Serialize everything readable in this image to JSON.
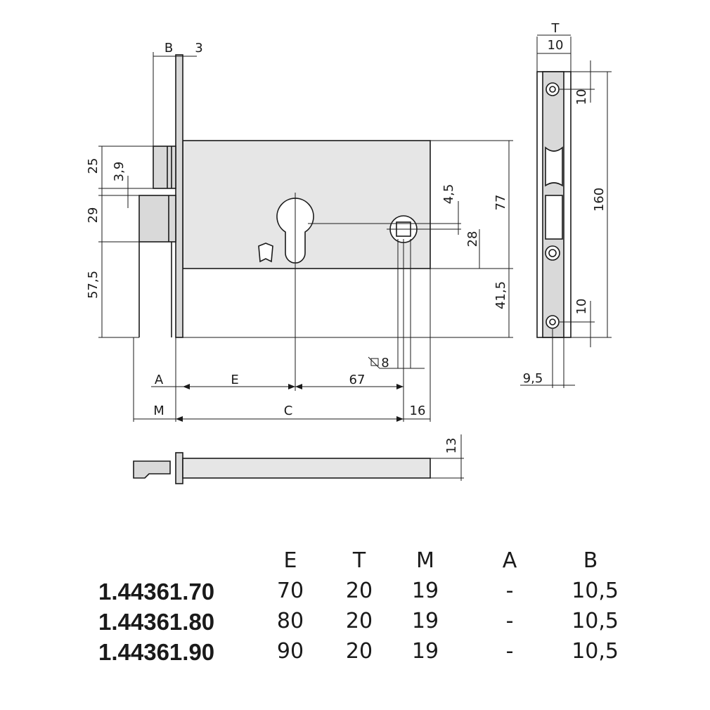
{
  "drawing": {
    "dims": {
      "B": "B",
      "three": "3",
      "T": "T",
      "ten_top": "10",
      "d25": "25",
      "d3_9": "3,9",
      "d29": "29",
      "d57_5": "57,5",
      "d4_5": "4,5",
      "d28": "28",
      "d77": "77",
      "d41_5": "41,5",
      "d10_upper": "10",
      "d160": "160",
      "d10_lower": "10",
      "d9_5": "9,5",
      "d8": "8",
      "A": "A",
      "E": "E",
      "d67": "67",
      "M": "M",
      "C": "C",
      "d16": "16",
      "d13": "13"
    }
  },
  "table": {
    "headers": [
      "E",
      "T",
      "M",
      "A",
      "B"
    ],
    "rows": [
      {
        "code": "1.44361.70",
        "values": [
          "70",
          "20",
          "19",
          "-",
          "10,5"
        ]
      },
      {
        "code": "1.44361.80",
        "values": [
          "80",
          "20",
          "19",
          "-",
          "10,5"
        ]
      },
      {
        "code": "1.44361.90",
        "values": [
          "90",
          "20",
          "19",
          "-",
          "10,5"
        ]
      }
    ]
  }
}
